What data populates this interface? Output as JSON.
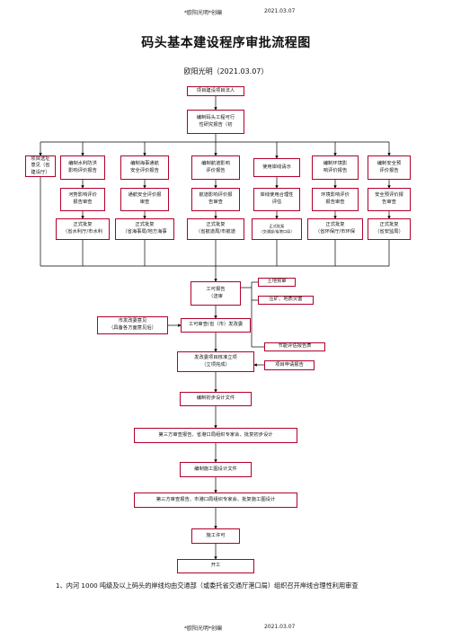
{
  "header": {
    "author_mark": "*欧阳光明*创编",
    "date": "2021.03.07"
  },
  "footer": {
    "author_mark": "*欧阳光明*创编",
    "date": "2021.03.07"
  },
  "title": "码头基本建设程序审批流程图",
  "author_line": "欧阳光明（2021.03.07）",
  "boxes": {
    "start": "项目建设项目法人",
    "feasibility": "编制码头工程可行\n性研究报告（初",
    "site": "项目选址\n意见（省\n建设厅）",
    "water": "编制水利防洪\n影响评价报告",
    "maritime": "编制海事通航\n安全评价报告",
    "navigation": "编制航道影响\n评价报告",
    "shoreline": "使用岸线请示",
    "env": "编制环境影\n响评价报告",
    "safety": "编制安全预\n评价报告",
    "water_review": "河势影响评价\n报告审查",
    "maritime_review": "通航安全评价报\n审查",
    "navigation_review": "航道影响评价报\n告审查",
    "shoreline_review": "岸线使用合理性\n评估",
    "env_review": "环境影响评价\n报告审查",
    "safety_review": "安全预评价报\n告审查",
    "water_approval": "正式批复\n（省水利厅/市水利",
    "maritime_approval": "正式批复\n（省海事局/地方海事",
    "navigation_approval": "正式批复\n（省航道局/市航道",
    "shoreline_approval": "正式批复\n（交通部/省港口局）",
    "env_approval": "正式批复\n（省环保厅/市环保",
    "safety_approval": "正式批复\n（省安监局）",
    "land_review": "土地预审",
    "feasibility_report": "工可报告\n（送审",
    "mining": "压矿、地质灾害",
    "dev_reform": "市发改委意见\n（具备各方面意见后）",
    "approval_submit": "工可审查(省（市）发改委",
    "energy": "节能评估报告表",
    "project_approval": "发改委项目核准立项\n（立项完成）",
    "application": "项目申请报告",
    "prelim_design": "编制初步设计文件",
    "prelim_review": "第三方审查报告、省港口局组织专家会、批复初步设计",
    "construction_design": "编制施工图设计文件",
    "construction_review": "第三方审查报告、市港口局组织专家会、批复施工图设计",
    "permit": "施工许可",
    "start_work": "开工"
  },
  "footnote": "1、内河 1000 吨级及以上码头的岸线均由交通部（或委托省交通厅港口局）组织召开岸线合理性利用审查"
}
